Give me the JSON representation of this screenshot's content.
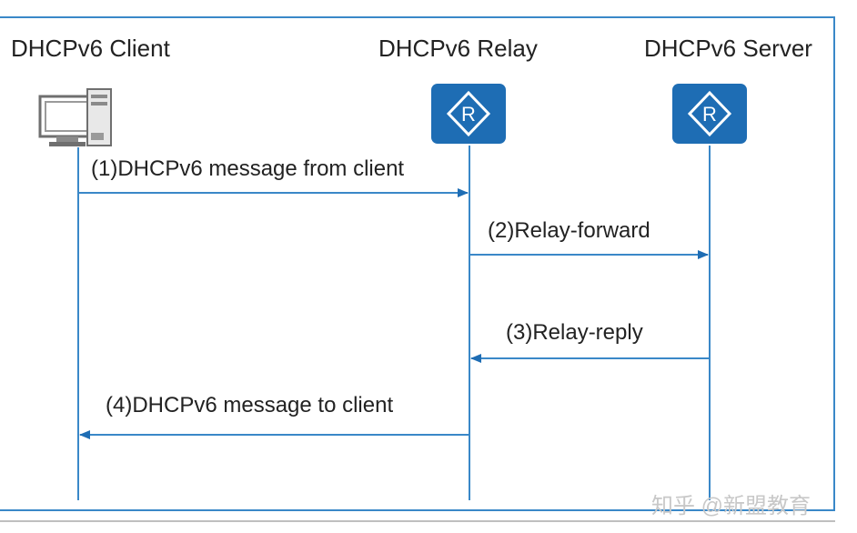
{
  "participants": {
    "client": {
      "label": "DHCPv6 Client",
      "icon": "desktop-computer-icon"
    },
    "relay": {
      "label": "DHCPv6 Relay",
      "icon": "router-icon",
      "icon_glyph": "R"
    },
    "server": {
      "label": "DHCPv6 Server",
      "icon": "router-icon",
      "icon_glyph": "R"
    }
  },
  "messages": [
    {
      "label": "(1)DHCPv6 message from client",
      "from": "client",
      "to": "relay"
    },
    {
      "label": "(2)Relay-forward",
      "from": "relay",
      "to": "server"
    },
    {
      "label": "(3)Relay-reply",
      "from": "server",
      "to": "relay"
    },
    {
      "label": "(4)DHCPv6 message to client",
      "from": "relay",
      "to": "client"
    }
  ],
  "watermark": "知乎 @新盟教育",
  "colors": {
    "line": "#3a88c8",
    "router": "#1e6db4",
    "frame": "#3a88c8"
  }
}
